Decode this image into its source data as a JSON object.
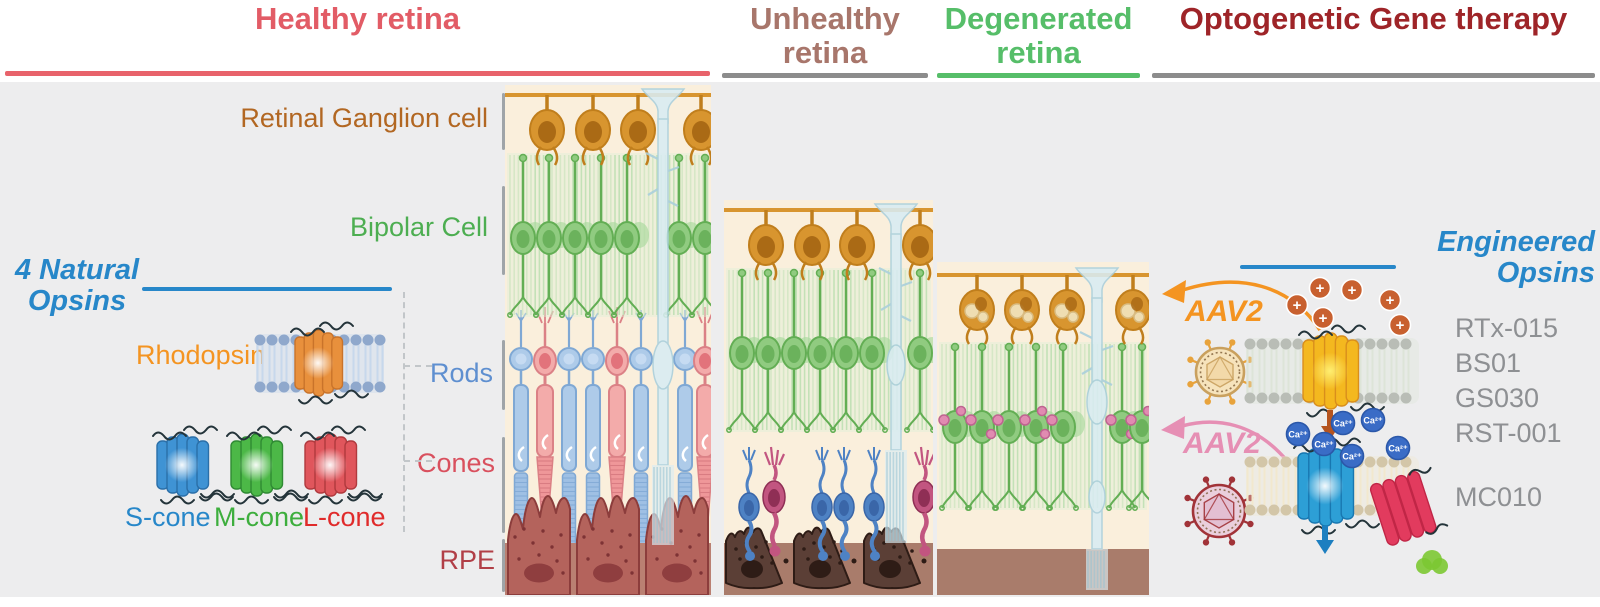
{
  "headers": {
    "healthy": {
      "label": "Healthy retina",
      "color": "#E25C66",
      "underline": "#E8636B"
    },
    "unhealthy": {
      "label": "Unhealthy retina",
      "color": "#A8766B",
      "underline": "#8C8C8C"
    },
    "degenerated": {
      "label": "Degenerated retina",
      "color": "#56BE69",
      "underline": "#56BE69"
    },
    "therapy": {
      "label": "Optogenetic Gene therapy",
      "color": "#9E2428",
      "underline": "#8C8C8C"
    }
  },
  "layer_labels": {
    "ganglion": {
      "label": "Retinal Ganglion cell",
      "color": "#B26722"
    },
    "bipolar": {
      "label": "Bipolar Cell",
      "color": "#4DAE51"
    },
    "rods": {
      "label": "Rods",
      "color": "#5E8FD0"
    },
    "cones": {
      "label": "Cones",
      "color": "#D9505E"
    },
    "rpe": {
      "label": "RPE",
      "color": "#B13F47"
    }
  },
  "natural_opsins": {
    "title": "4 Natural Opsins",
    "title_color": "#2787C9",
    "rhodopsin": {
      "label": "Rhodopsin",
      "color": "#F49421"
    },
    "cone_opsins": [
      {
        "label": "S-cone",
        "color": "#2787C9",
        "protein_color": "#3F93D4"
      },
      {
        "label": "M-cone",
        "color": "#3DAE3D",
        "protein_color": "#4CB847"
      },
      {
        "label": "L-cone",
        "color": "#E02B2B",
        "protein_color": "#E0565C"
      }
    ]
  },
  "gene_therapy": {
    "engineered_title": "Engineered Opsins",
    "engineered_color": "#2787C9",
    "aav2_ganglion": {
      "label": "AAV2",
      "color": "#F49421"
    },
    "aav2_bipolar": {
      "label": "AAV2",
      "color": "#E68FB4"
    },
    "depolarizing_opsins": [
      "RTx-015",
      "BS01",
      "GS030",
      "RST-001"
    ],
    "calcium_opsin": "MC010",
    "names_color": "#8E9093",
    "ion_labels": {
      "cation": "+",
      "calcium": "Ca²⁺"
    }
  },
  "palette": {
    "panel_bg": "#FAEFDC",
    "ganglion_fill": "#D8952F",
    "ganglion_stroke": "#C07E1C",
    "ganglion_nucleus": "#AA6A15",
    "vesicle_fill": "#EFDDB2",
    "vesicle_stroke": "#D9BC82",
    "bipolar_stroke": "#63AE54",
    "bipolar_fill": "#90CB80",
    "bipolar_nucleus": "#6BB25C",
    "bipolar_texture": "#BFE0B4",
    "pink_dot": "#E18BB1",
    "pink_dot_stroke": "#BE6490",
    "muller_fill": "#D9ECF3",
    "muller_stroke": "#A9CFDC",
    "rod_fill": "#AECBE9",
    "rod_stroke": "#7FA8D4",
    "rod_outer": "#9FC0E4",
    "cone_fill": "#F3ABAA",
    "cone_stroke": "#DB8186",
    "cone_nucleus": "#E2737B",
    "rpe_fill": "#B4635C",
    "rpe_stroke": "#8C3D3C",
    "rpe_spot": "#7E3335",
    "rpe_strip": "#BA8072",
    "dark_rpe_fill": "#5B3F36",
    "dark_rpe_stroke": "#2E1C16",
    "brown_band": "#A97C6B",
    "degen_rod": "#4E82C4",
    "degen_rod_dark": "#3A66A8",
    "degen_cone": "#C25580",
    "degen_cone_dark": "#8F2F55",
    "rhodopsin_protein": "#E8903C",
    "rhodopsin_membrane": "#8FA8CC",
    "rhodopsin_tails": "#C7D8EC",
    "eng_opsin1": "#F4B81F",
    "eng_opsin1_stroke": "#D98E1C",
    "eng_membrane1": "#B9BDB6",
    "eng_opsin2": "#2D9FD6",
    "eng_opsin2_stroke": "#1877B0",
    "eng_membrane2": "#D3C6A8",
    "cation_fill": "#C8602F",
    "calcium_fill": "#3A6CC6",
    "calcium_stroke": "#2B57A8",
    "red_protein": "#E23B5E",
    "red_protein_stroke": "#C02646",
    "green_blob": "#7CC832",
    "arrow_orange": "#F49421",
    "arrow_pink": "#E68FB4",
    "virus1_ring": "#C9A05E",
    "virus1_fill": "#F6E3BC",
    "virus1_spike": "#E8A33C",
    "virus2_ring": "#A13338",
    "virus2_fill": "#EACFDC",
    "virus2_inner": "#E3BED2"
  }
}
